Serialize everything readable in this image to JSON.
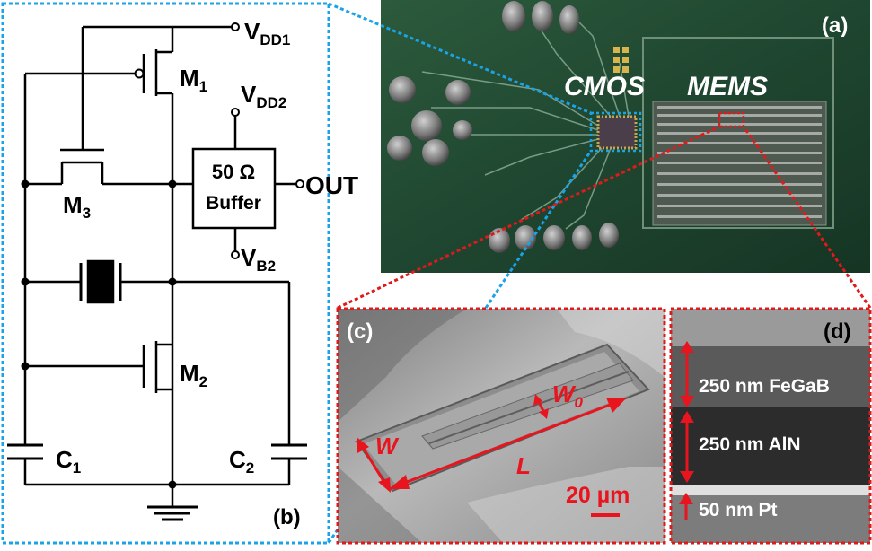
{
  "colors": {
    "cyan_dotted": "#1aa3e8",
    "red_dotted": "#e01a1a",
    "red_annotation": "#e8141e",
    "pcb_green": "#1f4630",
    "sem_gray": "#9a9a9a",
    "tem_dark": "#262626"
  },
  "panel_b": {
    "label": "(b)",
    "vdd1_main": "V",
    "vdd1_sub": "DD1",
    "vdd2_main": "V",
    "vdd2_sub": "DD2",
    "vb2_main": "V",
    "vb2_sub": "B2",
    "m1_main": "M",
    "m1_sub": "1",
    "m2_main": "M",
    "m2_sub": "2",
    "m3_main": "M",
    "m3_sub": "3",
    "c1_main": "C",
    "c1_sub": "1",
    "c2_main": "C",
    "c2_sub": "2",
    "buffer_line1": "50 Ω",
    "buffer_line2": "Buffer",
    "out_label": "OUT",
    "icons": [
      "ground-icon",
      "crystal-resonator-icon",
      "pmos-transistor-icon",
      "nmos-transistor-icon",
      "capacitor-icon"
    ]
  },
  "panel_a": {
    "label": "(a)",
    "cmos_label": "CMOS",
    "mems_label": "MEMS"
  },
  "panel_c": {
    "label": "(c)",
    "w0_main": "W",
    "w0_sub": "0",
    "w_label": "W",
    "l_label": "L",
    "scale_label": "20 µm"
  },
  "panel_d": {
    "label": "(d)",
    "layer1": "250 nm FeGaB",
    "layer2": "250 nm AlN",
    "layer3": "50 nm Pt"
  }
}
